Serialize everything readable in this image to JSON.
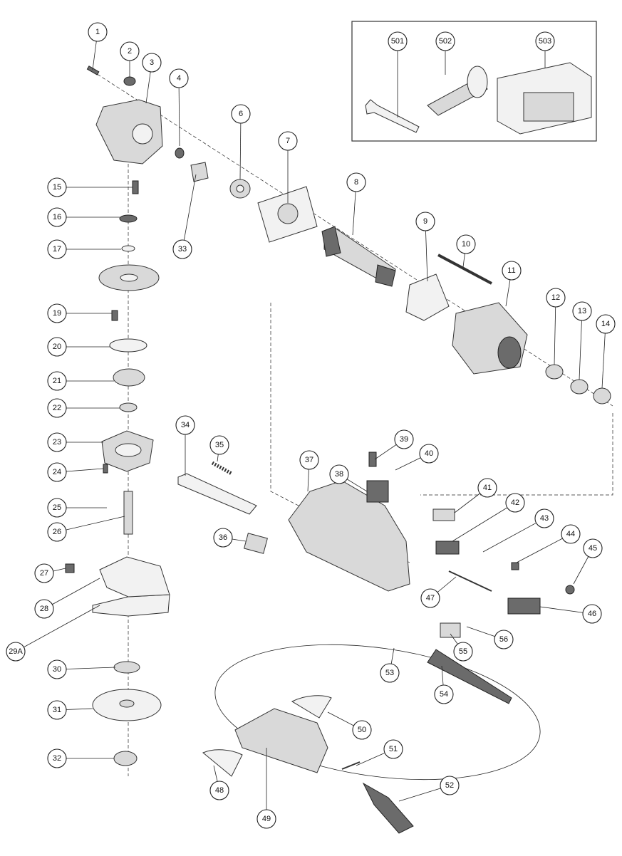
{
  "diagram": {
    "callouts": [
      {
        "label": "1"
      },
      {
        "label": "2"
      },
      {
        "label": "3"
      },
      {
        "label": "4"
      },
      {
        "label": "6"
      },
      {
        "label": "7"
      },
      {
        "label": "8"
      },
      {
        "label": "9"
      },
      {
        "label": "10"
      },
      {
        "label": "11"
      },
      {
        "label": "12"
      },
      {
        "label": "13"
      },
      {
        "label": "14"
      },
      {
        "label": "15"
      },
      {
        "label": "16"
      },
      {
        "label": "17"
      },
      {
        "label": "19"
      },
      {
        "label": "20"
      },
      {
        "label": "21"
      },
      {
        "label": "22"
      },
      {
        "label": "23"
      },
      {
        "label": "24"
      },
      {
        "label": "25"
      },
      {
        "label": "26"
      },
      {
        "label": "27"
      },
      {
        "label": "28"
      },
      {
        "label": "29A"
      },
      {
        "label": "30"
      },
      {
        "label": "31"
      },
      {
        "label": "32"
      },
      {
        "label": "33"
      },
      {
        "label": "34"
      },
      {
        "label": "35"
      },
      {
        "label": "36"
      },
      {
        "label": "37"
      },
      {
        "label": "38"
      },
      {
        "label": "39"
      },
      {
        "label": "40"
      },
      {
        "label": "41"
      },
      {
        "label": "42"
      },
      {
        "label": "43"
      },
      {
        "label": "44"
      },
      {
        "label": "45"
      },
      {
        "label": "46"
      },
      {
        "label": "47"
      },
      {
        "label": "48"
      },
      {
        "label": "49"
      },
      {
        "label": "50"
      },
      {
        "label": "51"
      },
      {
        "label": "52"
      },
      {
        "label": "53"
      },
      {
        "label": "54"
      },
      {
        "label": "55"
      },
      {
        "label": "56"
      },
      {
        "label": "501"
      },
      {
        "label": "502"
      },
      {
        "label": "503"
      }
    ]
  }
}
